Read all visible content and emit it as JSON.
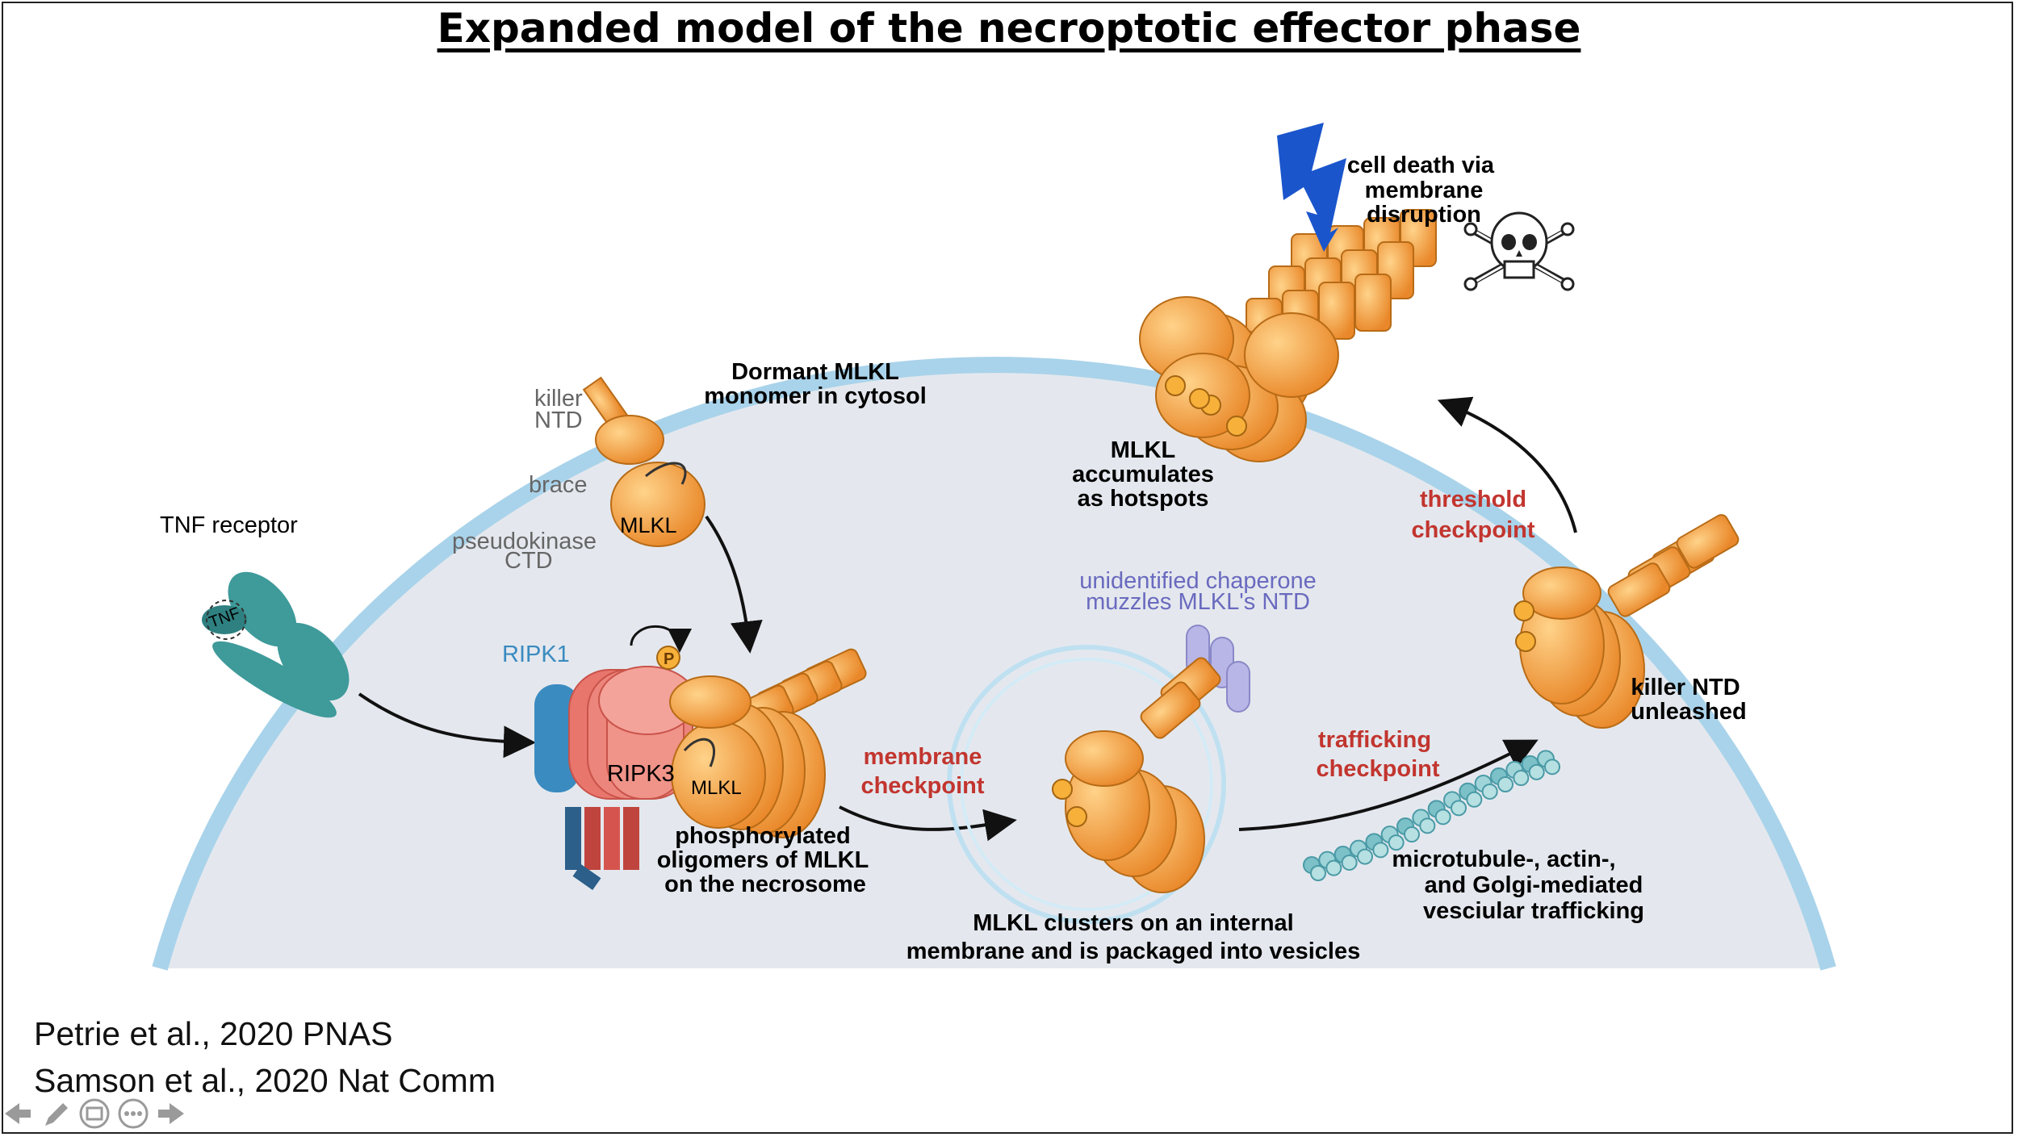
{
  "slide": {
    "title": "Expanded model of the necroptotic effector phase",
    "citations": [
      "Petrie et al., 2020 PNAS",
      "Samson et al., 2020 Nat Comm"
    ]
  },
  "diagram": {
    "cell_death": [
      "cell death via",
      "membrane",
      "disruption"
    ],
    "tnf_receptor": "TNF receptor",
    "tnf": "TNF",
    "dormant": [
      "Dormant MLKL",
      "monomer in cytosol"
    ],
    "killer_ntd": [
      "killer",
      "NTD"
    ],
    "brace": "brace",
    "pseudokinase": [
      "pseudokinase",
      "CTD"
    ],
    "mlkl": "MLKL",
    "ripk1": "RIPK1",
    "ripk3": "RIPK3",
    "p": "P",
    "phosphorylated": [
      "phosphorylated",
      "oligomers of MLKL",
      "on the necrosome"
    ],
    "membrane_checkpoint": [
      "membrane",
      "checkpoint"
    ],
    "chaperone": [
      "unidentified chaperone",
      "muzzles MLKL's NTD"
    ],
    "clusters": [
      "MLKL clusters on an internal",
      "membrane and is packaged into vesicles"
    ],
    "trafficking_checkpoint": [
      "trafficking",
      "checkpoint"
    ],
    "microtubule": [
      "microtubule-, actin-,",
      "and Golgi-mediated",
      "vesciular trafficking"
    ],
    "killer_unleashed": [
      "killer NTD",
      "unleashed"
    ],
    "threshold_checkpoint": [
      "threshold",
      "checkpoint"
    ],
    "hotspots": [
      "MLKL",
      "accumulates",
      "as hotspots"
    ]
  },
  "colors": {
    "cytosol": "#e4e8ee",
    "membrane": "#a9d3ea",
    "mlkl_orange": "#f3a33c",
    "checkpoint_red": "#c2352f",
    "ripk1_blue": "#3a8bc0",
    "ripk3_red": "#e8766c",
    "chaperone": "#b7b6e6",
    "chaperone_text": "#6a6abf",
    "receptor_teal": "#3f9a9a",
    "bolt_blue": "#1a55cc",
    "label_gray": "#666666"
  },
  "nav_icons": [
    "arrow-left-icon",
    "pen-icon",
    "slides-icon",
    "more-icon",
    "arrow-right-icon"
  ]
}
